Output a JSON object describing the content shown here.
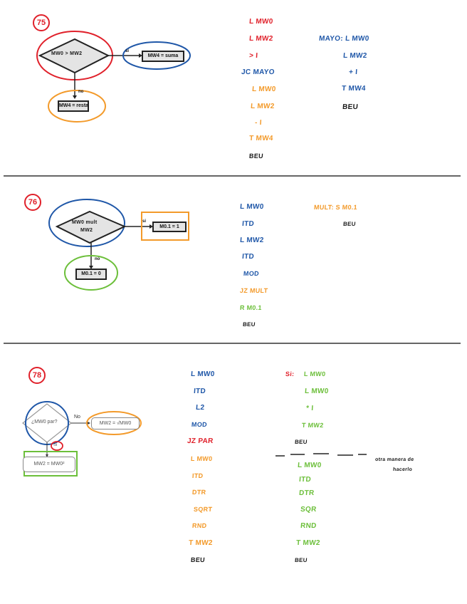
{
  "colors": {
    "red": "#e0202a",
    "blue": "#1f57a8",
    "orange": "#f39a2a",
    "green": "#6cbf3a",
    "black": "#1a1a1a"
  },
  "exercises": [
    {
      "number": "75",
      "flowchart": {
        "condition": "MW0 > MW2",
        "yes_label": "si",
        "yes_action": "MW4 = suma",
        "no_label": "no",
        "no_action": "MW4 = resta"
      },
      "code_main": [
        {
          "text": "L MW0",
          "color": "red"
        },
        {
          "text": "L MW2",
          "color": "red"
        },
        {
          "text": "> I",
          "color": "red"
        },
        {
          "text": "JC MAYO",
          "color": "blue"
        },
        {
          "text": "L MW0",
          "color": "orange"
        },
        {
          "text": "L MW2",
          "color": "orange"
        },
        {
          "text": "- I",
          "color": "orange"
        },
        {
          "text": "T MW4",
          "color": "orange"
        },
        {
          "text": "BEU",
          "color": "black"
        }
      ],
      "code_sub": [
        {
          "text": "MAYO: L MW0",
          "color": "blue"
        },
        {
          "text": "L MW2",
          "color": "blue"
        },
        {
          "text": "+ I",
          "color": "blue"
        },
        {
          "text": "T MW4",
          "color": "blue"
        },
        {
          "text": "BEU",
          "color": "black"
        }
      ]
    },
    {
      "number": "76",
      "flowchart": {
        "condition_line1": "MW0 mult",
        "condition_line2": "MW2",
        "yes_label": "si",
        "yes_action": "M0.1 = 1",
        "no_label": "no",
        "no_action": "M0.1 = 0"
      },
      "code_main": [
        {
          "text": "L MW0",
          "color": "blue"
        },
        {
          "text": "ITD",
          "color": "blue"
        },
        {
          "text": "L MW2",
          "color": "blue"
        },
        {
          "text": "ITD",
          "color": "blue"
        },
        {
          "text": "MOD",
          "color": "blue"
        },
        {
          "text": "JZ MULT",
          "color": "orange"
        },
        {
          "text": "R M0.1",
          "color": "green"
        },
        {
          "text": "BEU",
          "color": "black"
        }
      ],
      "code_sub": [
        {
          "text": "MULT: S M0.1",
          "color": "orange"
        },
        {
          "text": "BEU",
          "color": "black"
        }
      ]
    },
    {
      "number": "78",
      "flowchart": {
        "condition": "¿MW0 par?",
        "no_label": "No",
        "no_action": "MW2 = √MW0",
        "yes_label": "Si",
        "yes_action": "MW2 = MW0²"
      },
      "code_main": [
        {
          "text": "L MW0",
          "color": "blue"
        },
        {
          "text": "ITD",
          "color": "blue"
        },
        {
          "text": "L2",
          "color": "blue"
        },
        {
          "text": "MOD",
          "color": "blue"
        },
        {
          "text": "JZ PAR",
          "color": "red"
        },
        {
          "text": "L MW0",
          "color": "orange"
        },
        {
          "text": "ITD",
          "color": "orange"
        },
        {
          "text": "DTR",
          "color": "orange"
        },
        {
          "text": "SQRT",
          "color": "orange"
        },
        {
          "text": "RND",
          "color": "orange"
        },
        {
          "text": "T MW2",
          "color": "orange"
        },
        {
          "text": "BEU",
          "color": "black"
        }
      ],
      "code_sub": [
        {
          "text": "Si: L MW0",
          "color": "green",
          "label": "Si:"
        },
        {
          "text": "L MW0",
          "color": "green"
        },
        {
          "text": "* I",
          "color": "green"
        },
        {
          "text": "T MW2",
          "color": "green"
        },
        {
          "text": "BEU",
          "color": "black"
        }
      ],
      "code_alt": [
        {
          "text": "L MW0",
          "color": "green"
        },
        {
          "text": "ITD",
          "color": "green"
        },
        {
          "text": "DTR",
          "color": "green"
        },
        {
          "text": "SQR",
          "color": "green"
        },
        {
          "text": "RND",
          "color": "green"
        },
        {
          "text": "T MW2",
          "color": "green"
        },
        {
          "text": "BEU",
          "color": "black"
        }
      ],
      "alt_note_line1": "otra manera de",
      "alt_note_line2": "hacerlo"
    }
  ]
}
